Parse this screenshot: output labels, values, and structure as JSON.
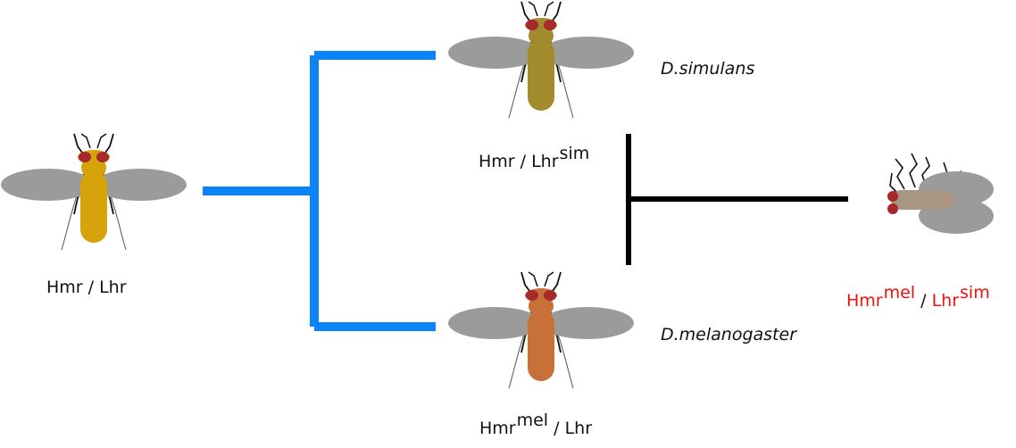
{
  "colors": {
    "speciation_lines": "#0b84f8",
    "hybrid_cross_lines": "#000000",
    "highlight_text": "#ee1111",
    "wings": "#9b9b9b",
    "eyes": "#a8282c",
    "ancestor_body": "#d6a30a",
    "simulans_body": "#a28b2c",
    "melanogaster_body": "#c77138",
    "hybrid_body": "#a99582"
  },
  "ancestor": {
    "genotype": {
      "hmr": "Hmr",
      "slash": " / ",
      "lhr": "Lhr"
    }
  },
  "simulans": {
    "species": "D.simulans",
    "genotype": {
      "hmr": "Hmr",
      "slash": " / ",
      "lhr": "Lhr",
      "lhr_sup": "sim"
    }
  },
  "melanogaster": {
    "species": "D.melanogaster",
    "genotype": {
      "hmr": "Hmr",
      "hmr_sup": "mel",
      "slash": " / ",
      "lhr": "Lhr"
    }
  },
  "hybrid": {
    "genotype": {
      "hmr": "Hmr",
      "hmr_sup": "mel",
      "slash": " / ",
      "lhr": "Lhr",
      "lhr_sup": "sim"
    }
  }
}
